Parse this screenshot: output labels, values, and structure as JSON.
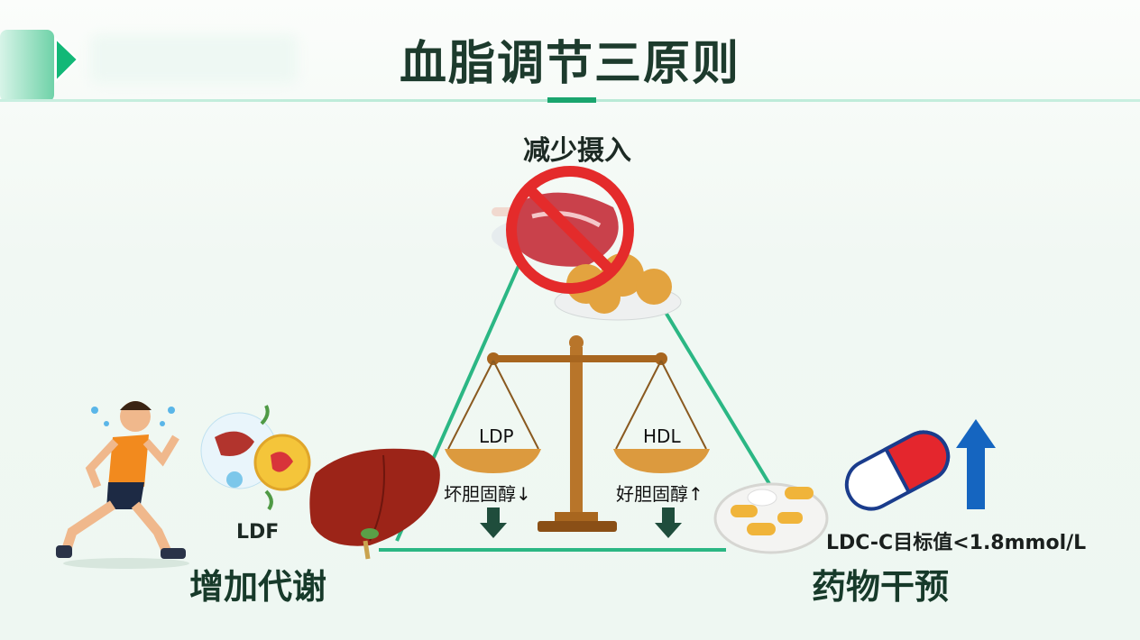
{
  "title": "血脂调节三原则",
  "top": {
    "label": "减少摄入"
  },
  "left": {
    "tag": "LDF",
    "label": "增加代谢"
  },
  "right": {
    "target": "LDC-C目标值<1.8mmol/L",
    "label": "药物干预"
  },
  "scale": {
    "left_pan": "LDP",
    "left_caption": "坏胆固醇↓",
    "right_pan": "HDL",
    "right_caption": "好胆固醇↑"
  },
  "colors": {
    "title": "#1d3b2d",
    "accent": "#1aa56e",
    "triangle": "#2bb784",
    "arrow_blue": "#1565c0",
    "arrow_dark": "#1f4d3c"
  }
}
